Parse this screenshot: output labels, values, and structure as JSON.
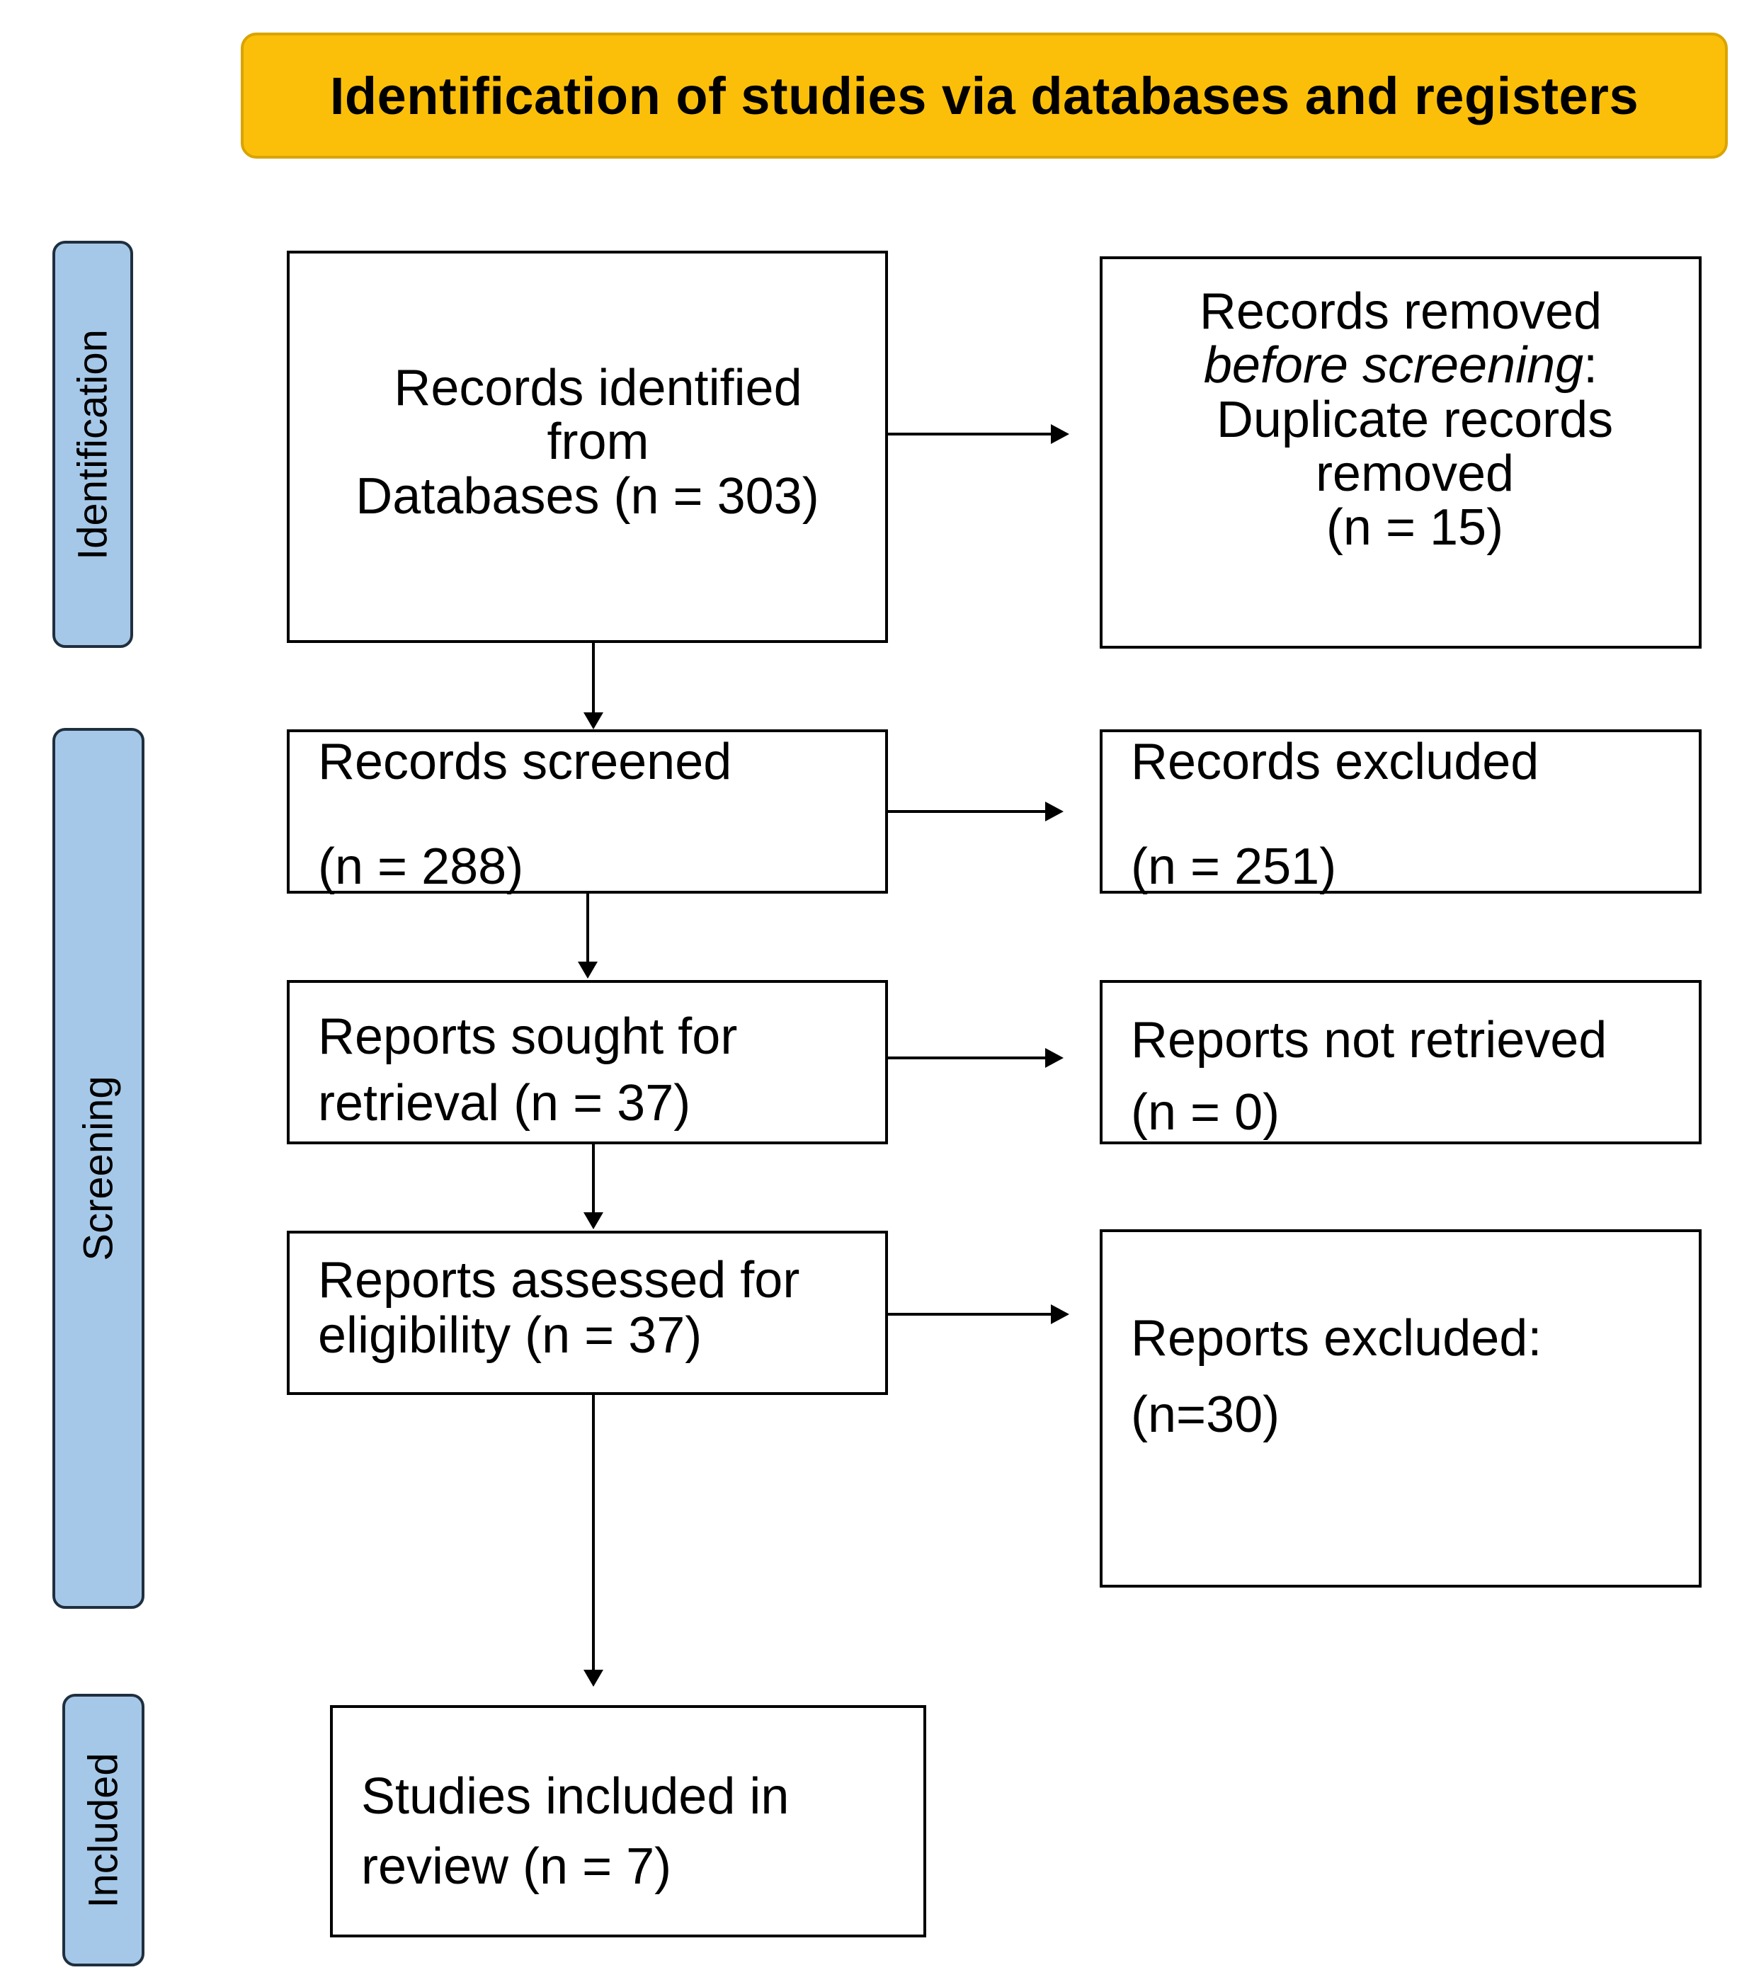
{
  "header": {
    "title": "Identification of studies via databases and registers"
  },
  "phases": {
    "identification": "Identification",
    "screening": "Screening",
    "included": "Included"
  },
  "boxes": {
    "records_identified": {
      "line1": "Records identified",
      "line2": "from",
      "line3": "Databases (n = 303)"
    },
    "records_removed": {
      "line1": "Records removed",
      "line2_italic": "before screening",
      "line2_suffix": ":",
      "line3": "Duplicate records",
      "line4": "removed",
      "line5": "(n = 15)"
    },
    "records_screened": {
      "line1": "Records screened",
      "line2": "(n = 288)"
    },
    "records_excluded": {
      "line1": "Records excluded",
      "line2": "(n = 251)"
    },
    "reports_sought": {
      "line1": "Reports sought for",
      "line2": "retrieval (n = 37)"
    },
    "reports_not_retrieved": {
      "line1": "Reports not retrieved",
      "line2": "(n = 0)"
    },
    "reports_assessed": {
      "line1": "Reports assessed for",
      "line2": "eligibility (n = 37)"
    },
    "reports_excluded": {
      "line1": "Reports excluded:",
      "line2": "(n=30)"
    },
    "studies_included": {
      "line1": "Studies included in",
      "line2": "review (n = 7)"
    }
  }
}
